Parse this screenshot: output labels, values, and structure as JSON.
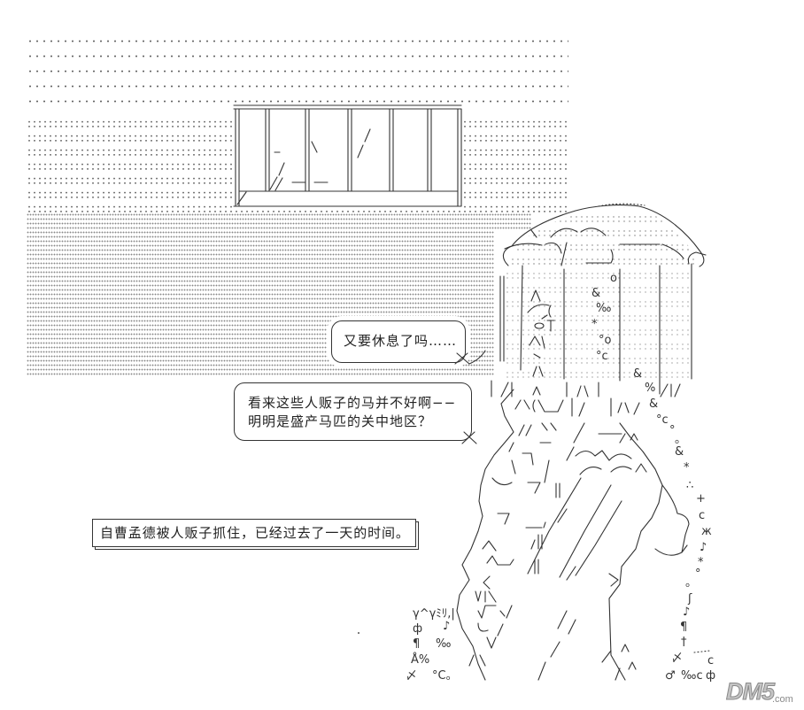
{
  "panel": {
    "background": "#ffffff",
    "ink": "#333333"
  },
  "bubbles": [
    {
      "lines": [
        "又要休息了吗……"
      ]
    },
    {
      "lines": [
        "看来这些人贩子的马并不好啊−−",
        "明明是盛产马匹的关中地区？"
      ]
    }
  ],
  "narration": {
    "text": "自曹孟德被人贩子抓住，已经过去了一天的时间。"
  },
  "art": {
    "left_symbols": [
      "γ^γﾐﾘ,|",
      "ф",
      "♪",
      "¶",
      "‰",
      "Å%",
      "〆",
      "°C。"
    ],
    "right_symbols": [
      "o",
      "&",
      "‰",
      "*",
      "°o",
      "°c",
      "&",
      "%",
      "&",
      "°c",
      "°",
      "。",
      "&",
      "*",
      "∴",
      "+",
      "c",
      "ж",
      "♪",
      "*",
      "°",
      "。",
      "ʃ",
      "♪",
      "¶",
      "†",
      "〆",
      "c",
      "♂",
      "‰c",
      "ф"
    ]
  },
  "watermark": {
    "brand": "DM5",
    "suffix": ".com",
    "color": "#9a9a9a"
  }
}
